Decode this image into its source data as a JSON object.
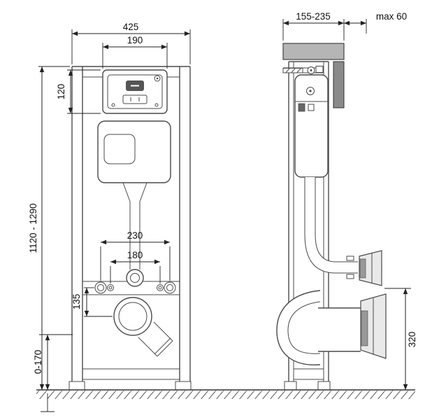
{
  "front_view": {
    "dims": {
      "total_width": "425",
      "flush_plate_width": "190",
      "flush_plate_height": "120",
      "frame_height_range": "1120 - 1290",
      "fixing_spacing_wide": "230",
      "fixing_spacing_narrow": "180",
      "fixing_to_outlet_distance": "135",
      "outlet_height_adjust": "0-170"
    }
  },
  "side_view": {
    "dims": {
      "mounting_depth_range": "155-235",
      "max_wall_thickness": "max 60",
      "outlet_height": "320"
    }
  }
}
